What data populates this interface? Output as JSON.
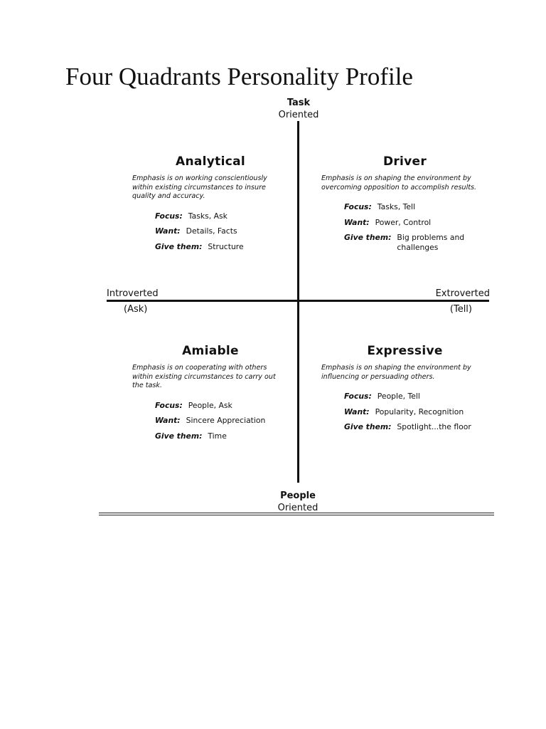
{
  "title": "Four Quadrants Personality Profile",
  "axes": {
    "top": {
      "label": "Task",
      "sub": "Oriented"
    },
    "bottom": {
      "label": "People",
      "sub": "Oriented"
    },
    "left": {
      "label": "Introverted",
      "sub": "(Ask)"
    },
    "right": {
      "label": "Extroverted",
      "sub": "(Tell)"
    }
  },
  "quadrants": {
    "analytical": {
      "title": "Analytical",
      "description": "Emphasis is on working conscientiously within existing circumstances to insure quality and accuracy.",
      "focus_label": "Focus:",
      "focus": "Tasks, Ask",
      "want_label": "Want:",
      "want": "Details, Facts",
      "give_label": "Give them:",
      "give": "Structure"
    },
    "driver": {
      "title": "Driver",
      "description": "Emphasis is on shaping the environment by overcoming opposition to accomplish results.",
      "focus_label": "Focus:",
      "focus": "Tasks, Tell",
      "want_label": "Want:",
      "want": "Power, Control",
      "give_label": "Give them:",
      "give": "Big problems and challenges"
    },
    "amiable": {
      "title": "Amiable",
      "description": "Emphasis is on cooperating with others within existing circumstances to carry out the task.",
      "focus_label": "Focus:",
      "focus": "People, Ask",
      "want_label": "Want:",
      "want": "Sincere Appreciation",
      "give_label": "Give them:",
      "give": "Time"
    },
    "expressive": {
      "title": "Expressive",
      "description": "Emphasis is on shaping the environment by influencing or persuading others.",
      "focus_label": "Focus:",
      "focus": "People, Tell",
      "want_label": "Want:",
      "want": "Popularity, Recognition",
      "give_label": "Give them:",
      "give": "Spotlight...the floor"
    }
  }
}
